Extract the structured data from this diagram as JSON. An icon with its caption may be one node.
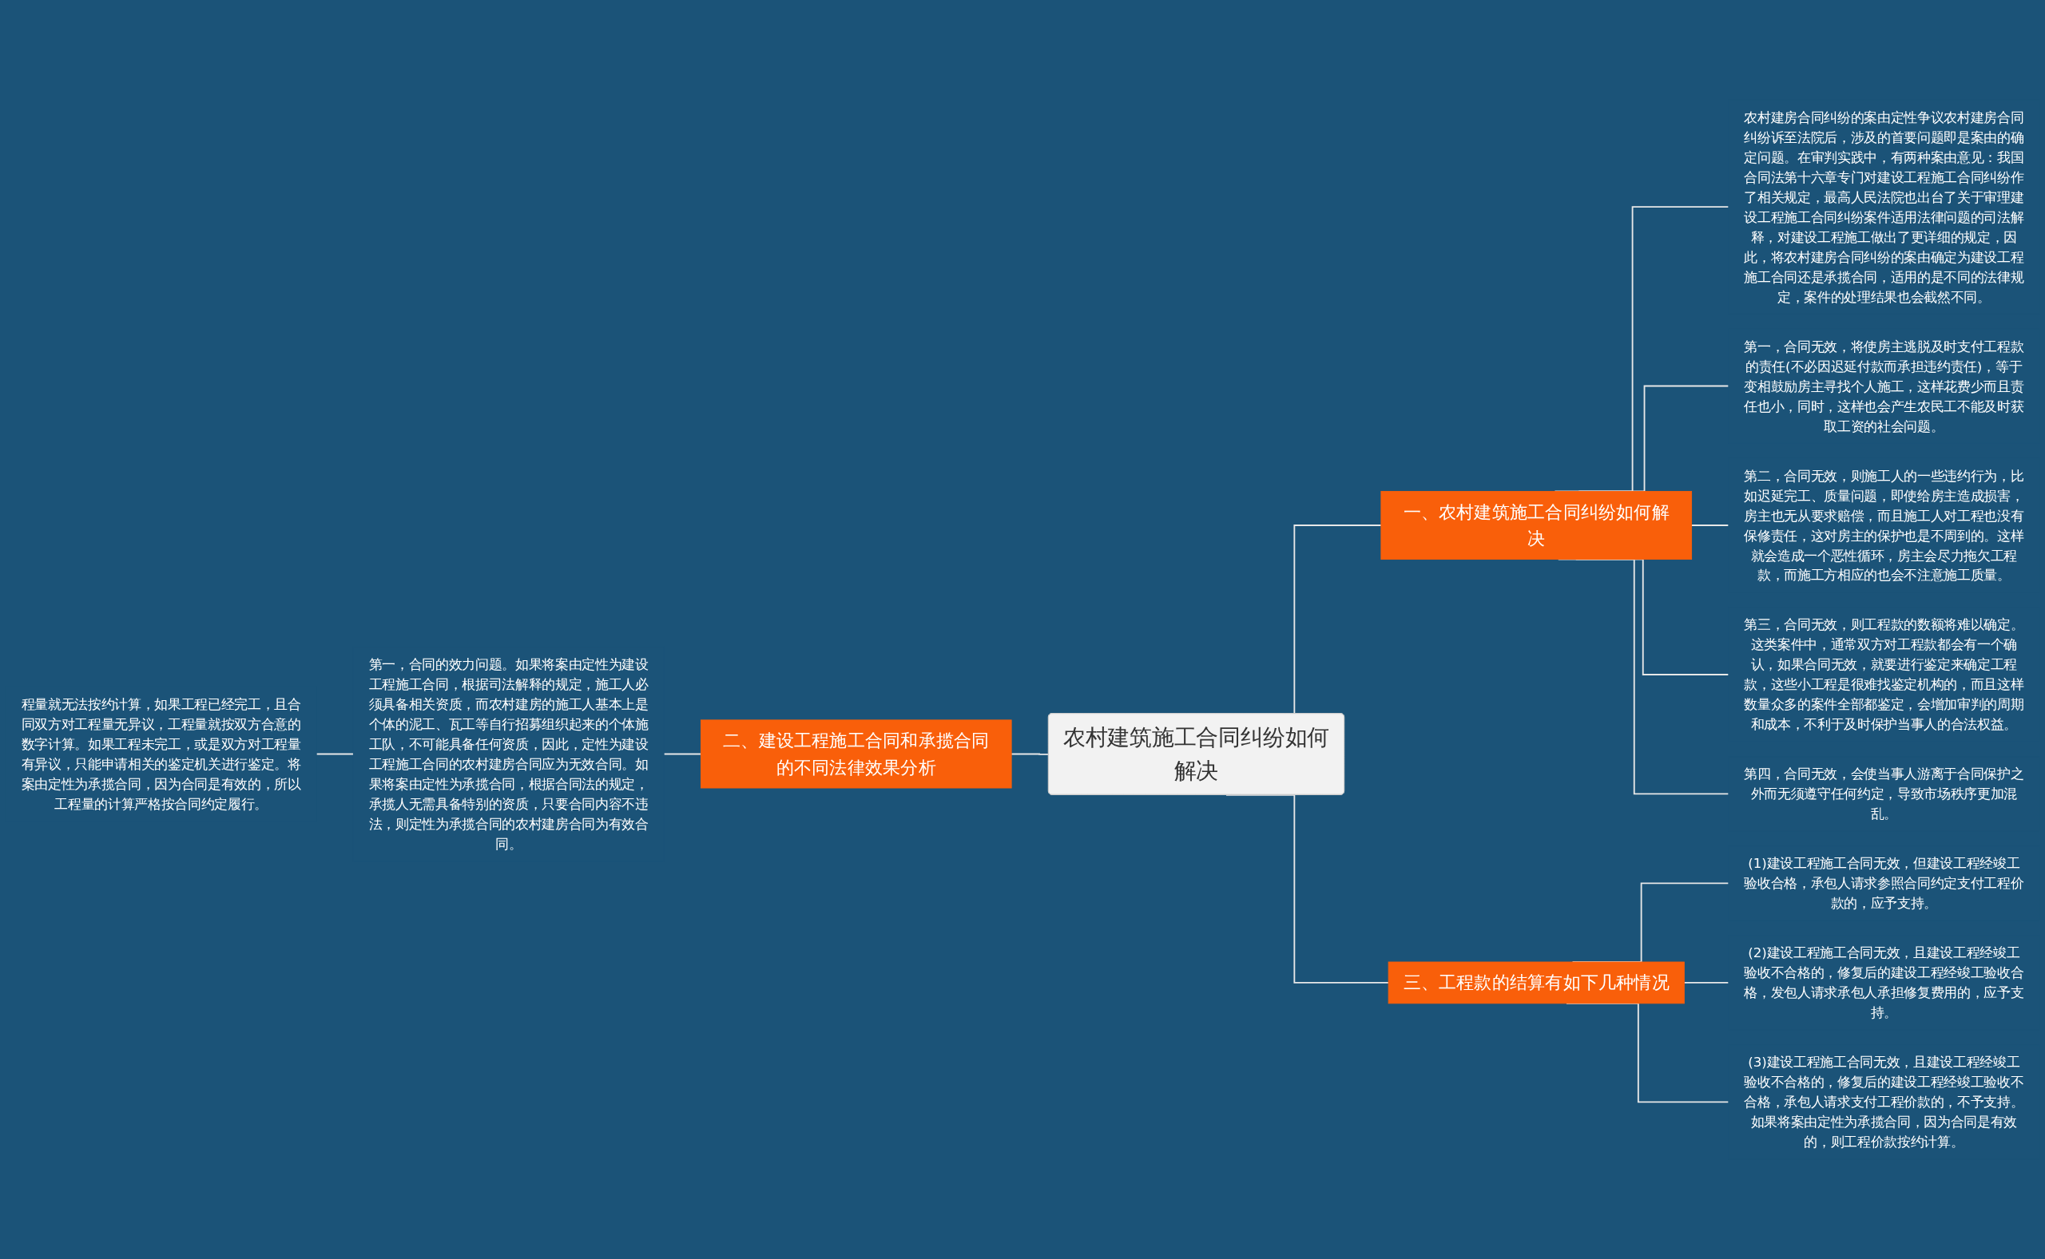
{
  "diagram": {
    "nodes": [
      {
        "text": [
          "农村建筑施工合同纠纷如何解决"
        ]
      },
      {
        "text": [
          "一、农村建筑施工合同纠纷如何解决"
        ]
      },
      {
        "text": [
          "农村建房合同纠纷的案由定性争议农村建房合同纠纷诉至法院后，涉及的首要问题即是案由的确定问题。在审判实践中，有两种案由意见：我国合同法第十六章专门对建设工程施工合同纠纷作了相关规定，最高人民法院也出台了关于审理建设工程施工合同纠纷案件适用法律问题的司法解释，对建设工程施工做出了更详细的规定，因此，将农村建房合同纠纷的案由确定为建设工程施工合同还是承揽合同，适用的是不同的法律规定，案件的处理结果也会截然不同。"
        ]
      },
      {
        "text": [
          "第一，合同无效，将使房主逃脱及时支付工程款的责任(不必因迟延付款而承担违约责任)，等于变相鼓励房主寻找个人施工，这样花费少而且责任也小，同时，这样也会产生农民工不能及时获取工资的社会问题。"
        ]
      },
      {
        "text": [
          "第二，合同无效，则施工人的一些违约行为，比如迟延完工、质量问题，即使给房主造成损害，房主也无从要求赔偿，而且施工人对工程也没有保修责任，这对房主的保护也是不周到的。这样就会造成一个恶性循环，房主会尽力拖欠工程款，而施工方相应的也会不注意施工质量。"
        ]
      },
      {
        "text": [
          "第三，合同无效，则工程款的数额将难以确定。这类案件中，通常双方对工程款都会有一个确认，如果合同无效，就要进行鉴定来确定工程款，这些小工程是很难找鉴定机构的，而且这样数量众多的案件全部都鉴定，会增加审判的周期和成本，不利于及时保护当事人的合法权益。"
        ]
      },
      {
        "text": [
          "第四，合同无效，会使当事人游离于合同保护之外而无须遵守任何约定，导致市场秩序更加混乱。"
        ]
      },
      {
        "text": [
          "三、工程款的结算有如下几种情况"
        ]
      },
      {
        "text": [
          "(1)建设工程施工合同无效，但建设工程经竣工验收合格，承包人请求参照合同约定支付工程价款的，应予支持。"
        ]
      },
      {
        "text": [
          "(2)建设工程施工合同无效，且建设工程经竣工验收不合格的，修复后的建设工程经竣工验收合格，发包人请求承包人承担修复费用的，应予支持。"
        ]
      },
      {
        "text": [
          "(3)建设工程施工合同无效，且建设工程经竣工验收不合格的，修复后的建设工程经竣工验收不合格，承包人请求支付工程价款的，不予支持。如果将案由定性为承揽合同，因为合同是有效的，则工程价款按约计算。"
        ]
      },
      {
        "text": [
          "二、建设工程施工合同和承揽合同的不同法律效果分析"
        ]
      },
      {
        "text": [
          "第一，合同的效力问题。如果将案由定性为建设工程施工合同，根据司法解释的规定，施工人必须具备相关资质，而农村建房的施工人基本上是个体的泥工、瓦工等自行招募组织起来的个体施工队，不可能具备任何资质，因此，定性为建设工程施工合同的农村建房合同应为无效合同。如果将案由定性为承揽合同，根据合同法的规定，承揽人无需具备特别的资质，只要合同内容不违法，则定性为承揽合同的农村建房合同为有效合同。"
        ]
      },
      {
        "text": [
          "程量就无法按约计算，如果工程已经完工，且合同双方对工程量无异议，工程量就按双方合意的数字计算。如果工程未完工，或是双方对工程量有异议，只能申请相关的鉴定机关进行鉴定。将案由定性为承揽合同，因为合同是有效的，所以工程量的计算严格按合同约定履行。"
        ]
      }
    ],
    "edges": [
      {
        "from": 0,
        "to": 1,
        "arrow": "none"
      },
      {
        "from": 1,
        "to": 2,
        "arrow": "none"
      },
      {
        "from": 1,
        "to": 3,
        "arrow": "none"
      },
      {
        "from": 1,
        "to": 4,
        "arrow": "none"
      },
      {
        "from": 1,
        "to": 5,
        "arrow": "none"
      },
      {
        "from": 1,
        "to": 6,
        "arrow": "none"
      },
      {
        "from": 0,
        "to": 7,
        "arrow": "none"
      },
      {
        "from": 7,
        "to": 8,
        "arrow": "none"
      },
      {
        "from": 7,
        "to": 9,
        "arrow": "none"
      },
      {
        "from": 7,
        "to": 10,
        "arrow": "none"
      },
      {
        "from": 0,
        "to": 11,
        "arrow": "none"
      },
      {
        "from": 11,
        "to": 12,
        "arrow": "none"
      },
      {
        "from": 12,
        "to": 13,
        "arrow": "none"
      }
    ]
  }
}
